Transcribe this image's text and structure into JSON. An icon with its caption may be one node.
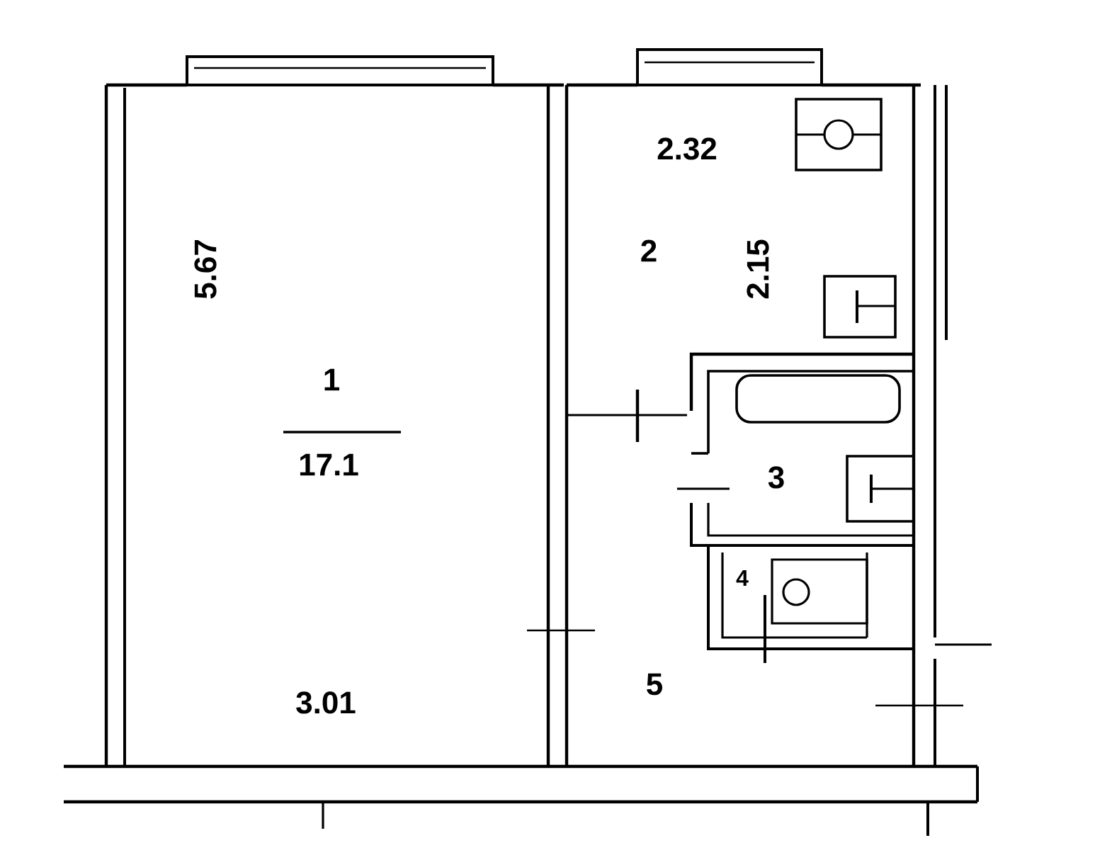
{
  "diagram": {
    "labels": [
      "2.32",
      "5.67",
      "2",
      "2.15",
      "1",
      "17.1",
      "3",
      "4",
      "5",
      "3.01"
    ]
  }
}
